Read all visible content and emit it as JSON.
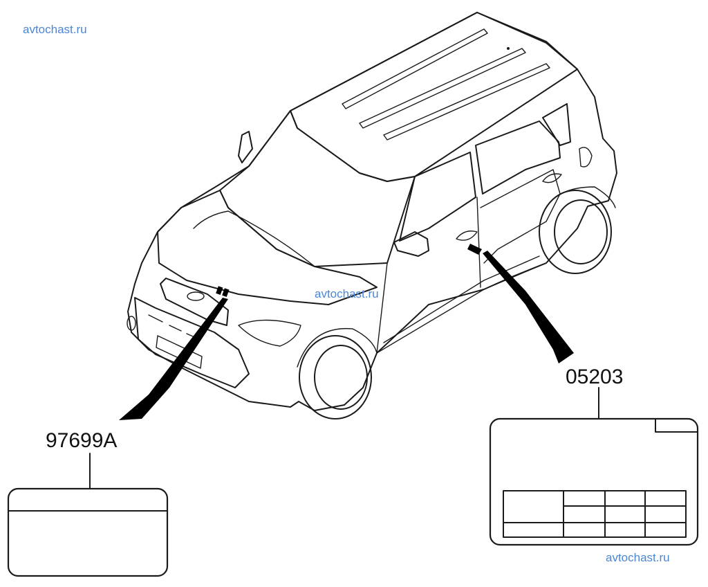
{
  "watermarks": {
    "top_left": "avtochast.ru",
    "center": "avtochast.ru",
    "bottom_right": "avtochast.ru"
  },
  "callouts": {
    "hood_label": "97699A",
    "door_label": "05203"
  },
  "colors": {
    "watermark": "#4a86d6",
    "line": "#1a1a1a",
    "leader": "#000000"
  }
}
